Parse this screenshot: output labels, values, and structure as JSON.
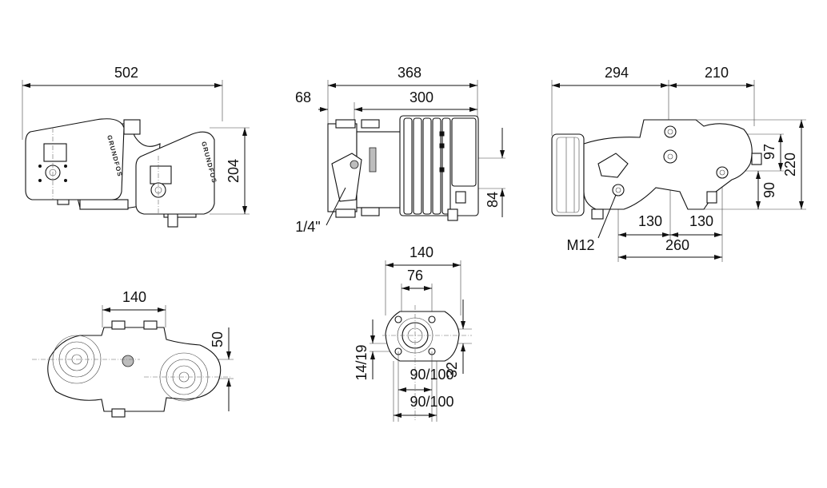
{
  "drawing": {
    "front_view": {
      "width_label": "502",
      "height_label": "204",
      "brand_text": "GRUNDFOS"
    },
    "side_view": {
      "total_label": "368",
      "offset_label": "68",
      "length_label": "300",
      "height_label": "84",
      "thread_label": "1/4\""
    },
    "end_view": {
      "left_label": "294",
      "right_label": "210",
      "h_label_1": "97",
      "h_label_2": "220",
      "h_label_3": "90",
      "bolt_left_label": "130",
      "bolt_right_label": "130",
      "bolt_total_label": "260",
      "bolt_thread_label": "M12"
    },
    "top_view": {
      "width_label": "140",
      "offset_label": "50"
    },
    "flange_view": {
      "outer_label": "140",
      "inner_label": "76",
      "hole_label": "14/19",
      "center_label": "32",
      "pcd_label_1": "90/100",
      "pcd_label_2": "90/100"
    }
  }
}
